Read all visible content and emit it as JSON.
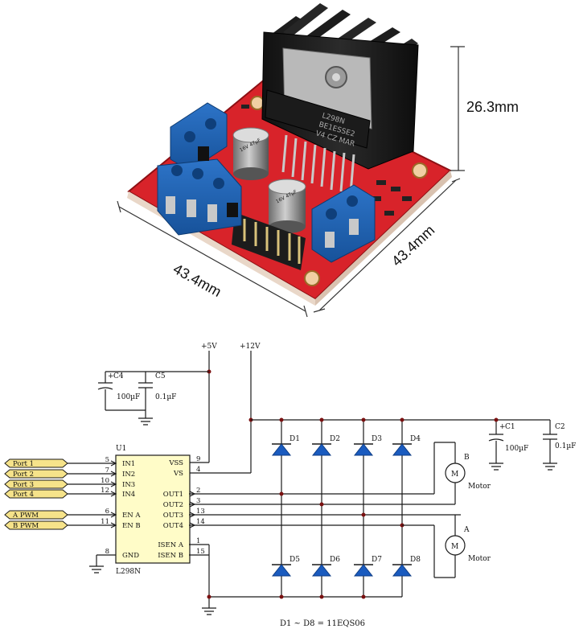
{
  "module_photo": {
    "dimensions": {
      "height": "26.3mm",
      "width": "43.4mm",
      "depth": "43.4mm"
    },
    "chip_marking": [
      "L298N",
      "BE1ESSE2",
      "V4 CZ MAR"
    ],
    "capacitor_marking": "16V 47µF"
  },
  "schematic": {
    "rails": {
      "plus5": "+5V",
      "plus12": "+12V"
    },
    "ic": {
      "designator": "U1",
      "part": "L298N",
      "left_pins": [
        {
          "num": "5",
          "name": "IN1"
        },
        {
          "num": "7",
          "name": "IN2"
        },
        {
          "num": "10",
          "name": "IN3"
        },
        {
          "num": "12",
          "name": "IN4"
        },
        {
          "num": "6",
          "name": "EN A"
        },
        {
          "num": "11",
          "name": "EN B"
        },
        {
          "num": "8",
          "name": "GND"
        }
      ],
      "right_pins": [
        {
          "num": "9",
          "name": "VSS"
        },
        {
          "num": "4",
          "name": "VS"
        },
        {
          "num": "2",
          "name": "OUT1"
        },
        {
          "num": "3",
          "name": "OUT2"
        },
        {
          "num": "13",
          "name": "OUT3"
        },
        {
          "num": "14",
          "name": "OUT4"
        },
        {
          "num": "1",
          "name": "ISEN A"
        },
        {
          "num": "15",
          "name": "ISEN B"
        }
      ]
    },
    "ports": [
      "Port 1",
      "Port 2",
      "Port 3",
      "Port 4",
      "A PWM",
      "B PWM"
    ],
    "capacitors": [
      {
        "ref": "C4",
        "value": "100µF"
      },
      {
        "ref": "C5",
        "value": "0.1µF"
      },
      {
        "ref": "C1",
        "value": "100µF"
      },
      {
        "ref": "C2",
        "value": "0.1µF"
      }
    ],
    "diodes_top": [
      "D1",
      "D2",
      "D3",
      "D4"
    ],
    "diodes_bottom": [
      "D5",
      "D6",
      "D7",
      "D8"
    ],
    "motors": [
      {
        "ref": "B",
        "symbol": "M",
        "label": "Motor"
      },
      {
        "ref": "A",
        "symbol": "M",
        "label": "Motor"
      }
    ],
    "plus_sign": "+",
    "footnote": "D1 ~ D8 = 11EQS06"
  }
}
